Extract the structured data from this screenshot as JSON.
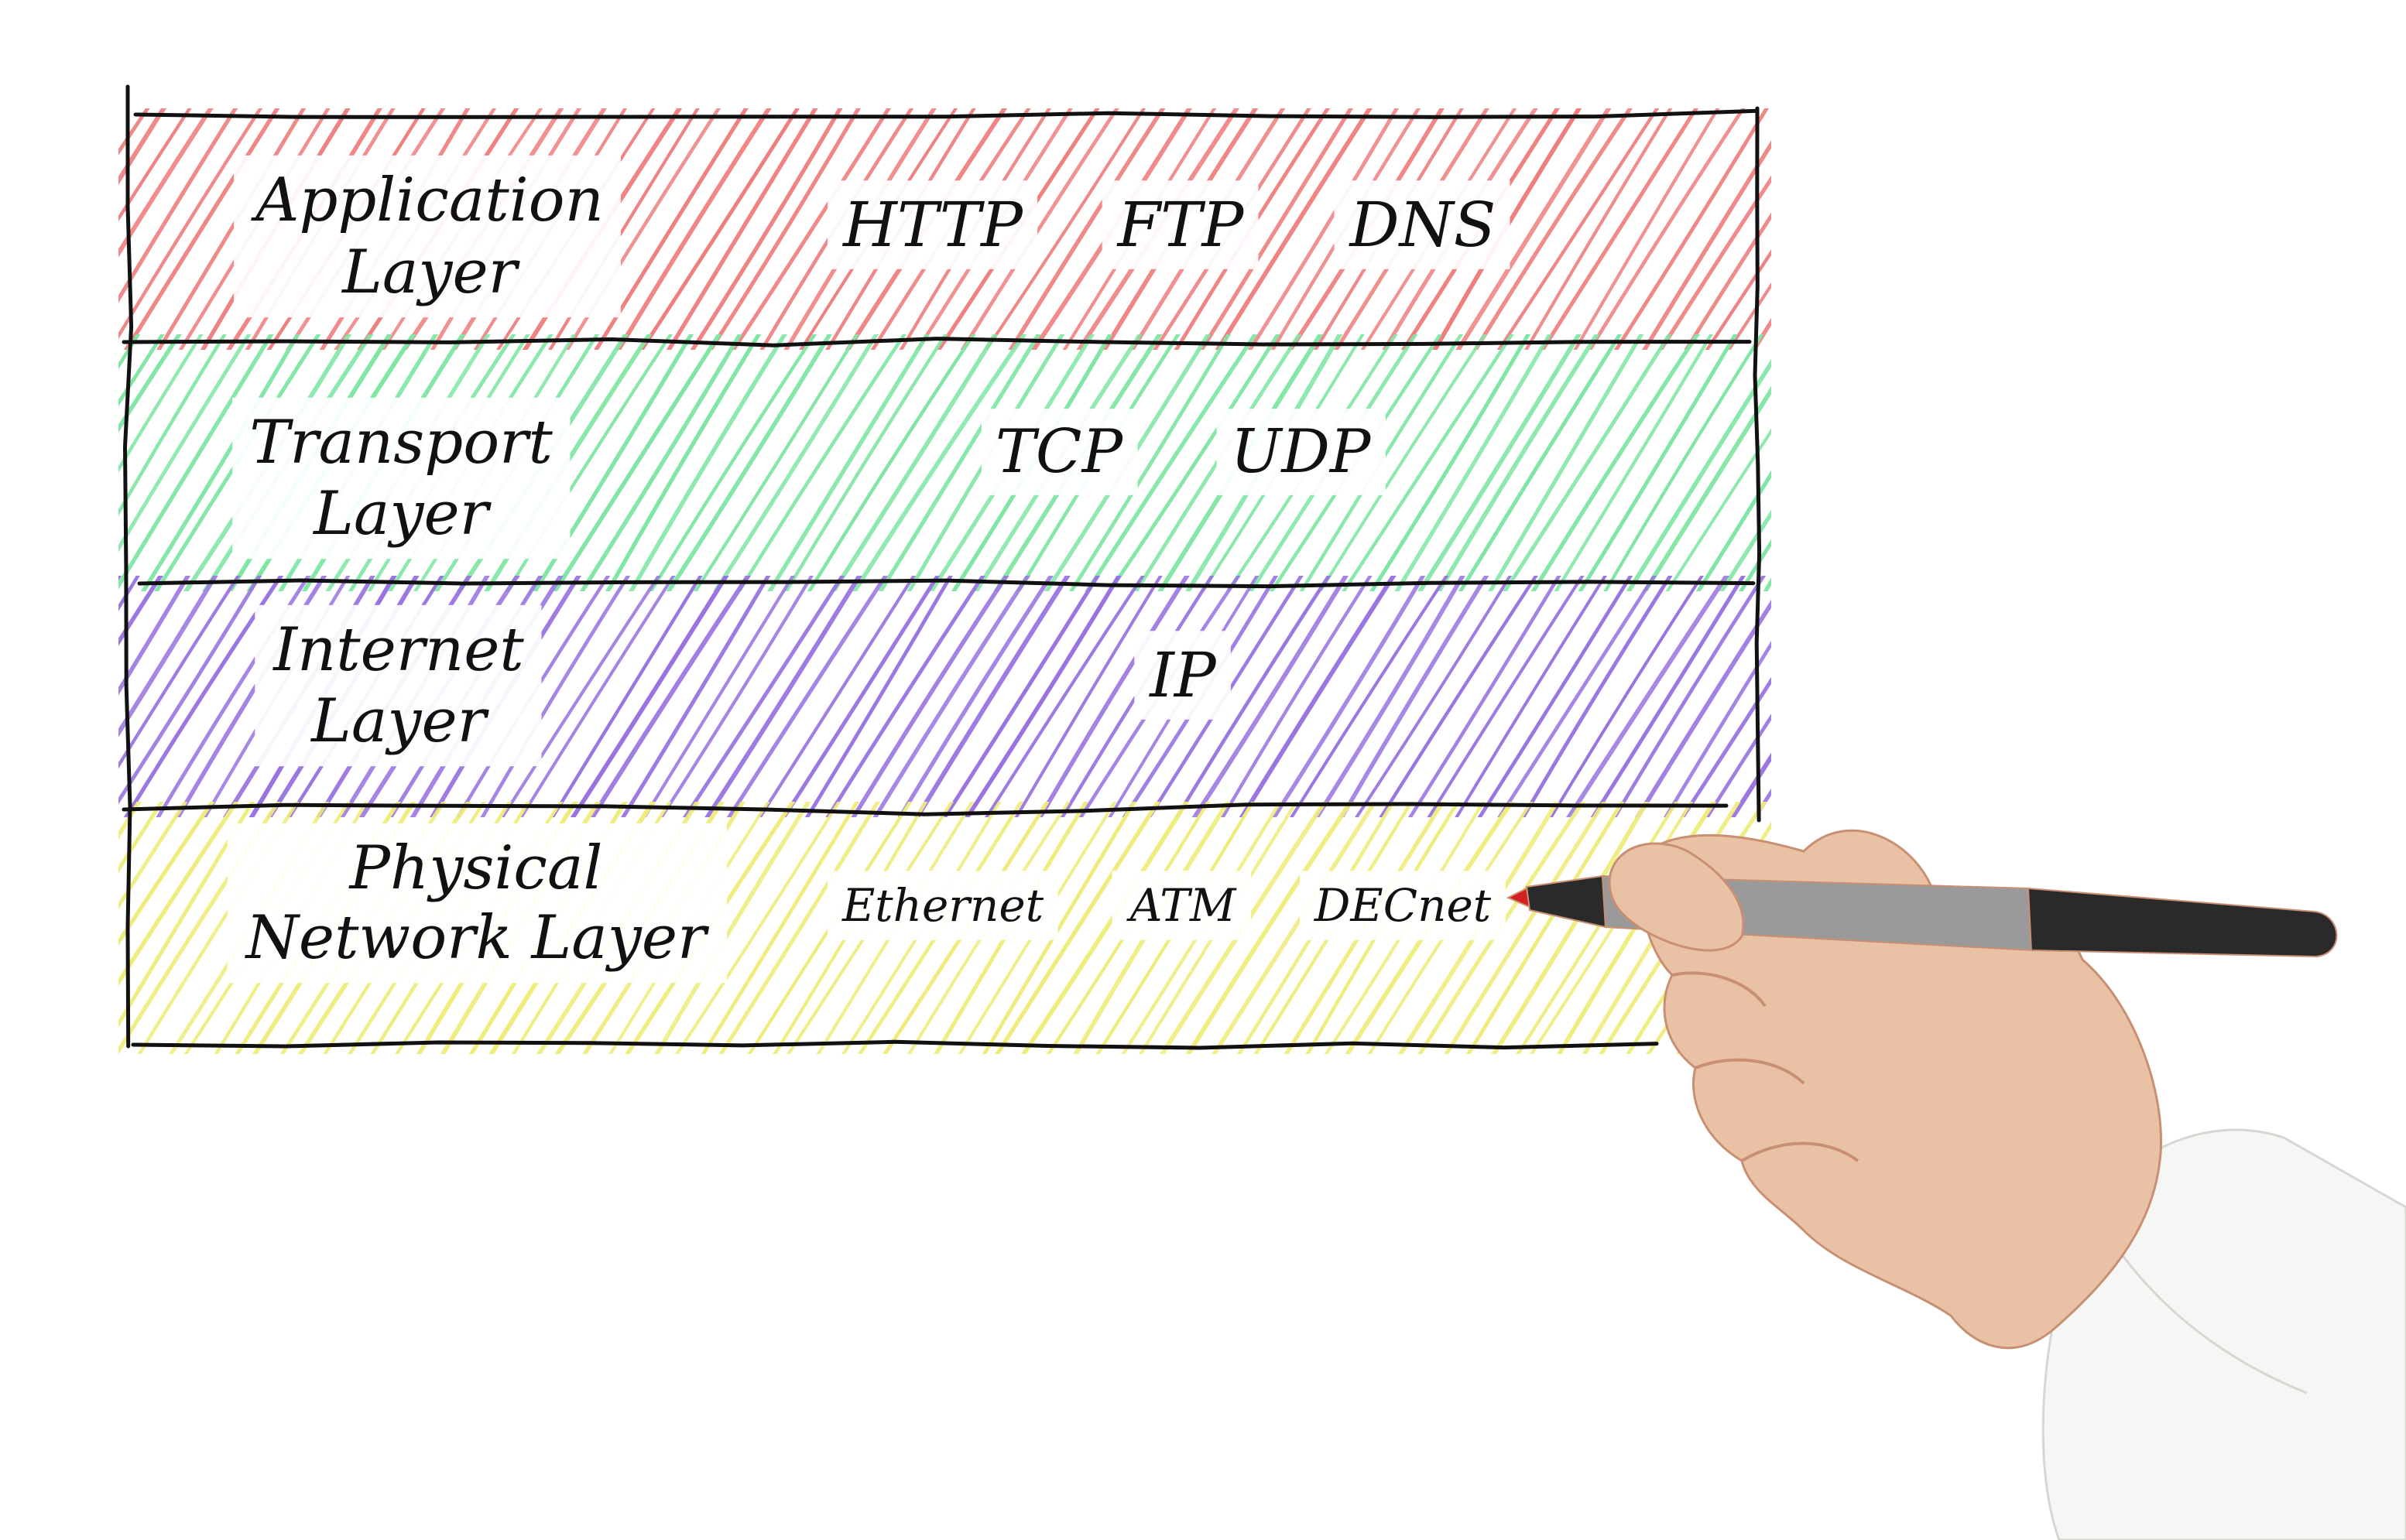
{
  "layers": [
    {
      "id": "application",
      "name_lines": [
        "Application",
        "Layer"
      ],
      "protocols": [
        "HTTP",
        "FTP",
        "DNS"
      ],
      "hatch_color": "#ef7f7f"
    },
    {
      "id": "transport",
      "name_lines": [
        "Transport",
        "Layer"
      ],
      "protocols": [
        "TCP",
        "UDP"
      ],
      "hatch_color": "#7fe6a4"
    },
    {
      "id": "internet",
      "name_lines": [
        "Internet",
        "Layer"
      ],
      "protocols": [
        "IP"
      ],
      "hatch_color": "#9a73e0"
    },
    {
      "id": "physical",
      "name_lines": [
        "Physical",
        "Network Layer"
      ],
      "protocols": [
        "Ethernet",
        "ATM",
        "DECnet"
      ],
      "hatch_color": "#efec7a"
    }
  ],
  "colors": {
    "outline": "#111111",
    "label_background": "#ffffff",
    "skin": "#e9c2a6",
    "skin_shadow": "#c98f73",
    "sleeve": "#f6f6f4",
    "marker_body": "#2a2a2a",
    "marker_grip": "#9a9a9a",
    "marker_tip": "#d42020"
  }
}
